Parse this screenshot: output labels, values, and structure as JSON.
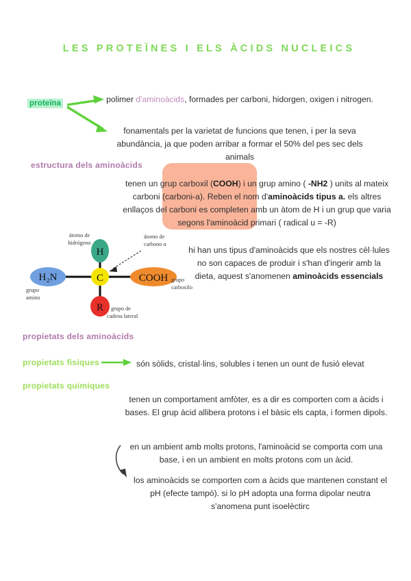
{
  "document": {
    "title": "LES PROTEÏNES I ELS ÀCIDS NUCLEICS"
  },
  "colors": {
    "title_green": "#7ed957",
    "heading_mauve": "#b07bab",
    "heading_green": "#9ede5c",
    "tag_green_text": "#10b25a",
    "tag_green_highlight": "#b9f2cf",
    "salmon_highlight": "#f9b49a",
    "arrow_green": "#5ed13a",
    "body_text": "#303030"
  },
  "protein": {
    "tag_label": "proteïna",
    "definition_lead": "polimer ",
    "definition_link": "d'aminoàcids",
    "definition_rest": ", formades per carboni, hidorgen, oxigen i nitrogen.",
    "importance": "fonamentals per la varietat de funcions que tenen, i per la seva abundància, ja que poden arribar a formar el 50% del pes sec dels animals"
  },
  "structure": {
    "heading": "estructura dels aminoàcids",
    "body_parts": {
      "p1": "tenen un grup carboxil (",
      "b1": "COOH",
      "p2": ") i un grup amino ( ",
      "b2": "-NH2",
      "p3": " ) units al mateix carboni (carboni-a). Reben el nom d'",
      "b3": "aminoàcids tipus a.",
      "p4": " els altres enllaços del carboni es completen amb un àtom de H i un grup que varia segons l'aminoàcid primari ( radical u = -R)"
    },
    "essential_parts": {
      "p1": "hi han uns tipus d'aminoàcids que els nostres cèl·lules no son capaces de produir i s'han d'ingerir amb la dieta, aquest s'anomenen ",
      "b1": "aminoàcids essencials"
    }
  },
  "diagram": {
    "name": "amino-acid-structure-diagram",
    "atoms": [
      {
        "id": "hydrogen",
        "symbol": "H",
        "color": "#3aa886"
      },
      {
        "id": "amino",
        "symbol": "H2N",
        "color": "#6f9fe0"
      },
      {
        "id": "carbon",
        "symbol": "C",
        "color": "#f5e400"
      },
      {
        "id": "carboxyl",
        "symbol": "COOH",
        "color": "#ef8b2c"
      },
      {
        "id": "radical",
        "symbol": "R",
        "color": "#e8302a"
      }
    ],
    "captions": {
      "hydrogen": "átomo de\nhidrógeno",
      "alpha_carbon": "átomo de\ncarbono α",
      "amino": "grupo\namino",
      "carboxyl": "grupo\ncarboxilo",
      "radical": "grupo de\ncadena lateral"
    },
    "caption_lines": {
      "hydrogen_1": "átomo de",
      "hydrogen_2": "hidrógeno",
      "alpha_1": "átomo de",
      "alpha_2": "carbono α",
      "amino_1": "grupo",
      "amino_2": "amino",
      "carboxyl_1": "grupo",
      "carboxyl_2": "carboxilo",
      "radical_1": "grupo de",
      "radical_2": "cadena lateral"
    }
  },
  "properties": {
    "heading": "propietats dels aminoàcids",
    "physical": {
      "label": "propietats fisiques",
      "text": "són sòlids, cristal·lins, solubles i tenen un ount de fusió elevat"
    },
    "chemical": {
      "label": "propietats quimiques",
      "p1_parts": {
        "a": "tenen un comportament amfòter, es a dir es comporten com a àcids i bases. El grup àcid allibera protons i el bàsic els capta, i formen dipols."
      },
      "p2": "en un ambient amb molts protons, l'aminoàcid se comporta com una base, i en un ambient en molts protons com un àcid.",
      "p3": "los aminoàcids se comporten com a àcids que mantenen constant el pH (efecte tampó). si lo pH adopta una forma dipolar neutra s'anomena punt isoelèctirc"
    }
  }
}
